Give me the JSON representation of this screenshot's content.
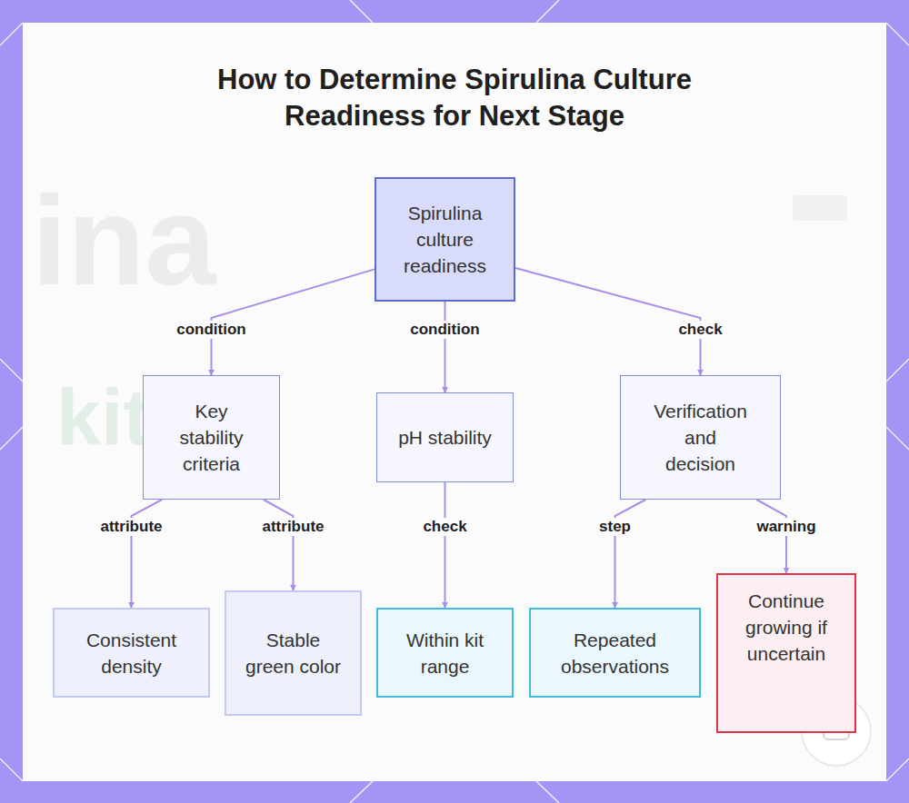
{
  "diagram": {
    "title": "How to Determine Spirulina Culture Readiness for Next Stage",
    "nodes": [
      {
        "text": [
          "Spirulina culture readiness"
        ]
      },
      {
        "text": [
          "Key stability criteria"
        ]
      },
      {
        "text": [
          "pH stability"
        ]
      },
      {
        "text": [
          "Verification and decision"
        ]
      },
      {
        "text": [
          "Consistent density"
        ]
      },
      {
        "text": [
          "Stable green color"
        ]
      },
      {
        "text": [
          "Within kit range"
        ]
      },
      {
        "text": [
          "Repeated observations"
        ]
      },
      {
        "text": [
          "Continue growing if uncertain"
        ]
      }
    ],
    "edges": [
      {
        "from": 0,
        "to": 1,
        "label": "condition",
        "arrow": "to"
      },
      {
        "from": 0,
        "to": 2,
        "label": "condition",
        "arrow": "to"
      },
      {
        "from": 0,
        "to": 3,
        "label": "check",
        "arrow": "to"
      },
      {
        "from": 1,
        "to": 4,
        "label": "attribute",
        "arrow": "to"
      },
      {
        "from": 1,
        "to": 5,
        "label": "attribute",
        "arrow": "to"
      },
      {
        "from": 2,
        "to": 6,
        "label": "check",
        "arrow": "to"
      },
      {
        "from": 3,
        "to": 7,
        "label": "step",
        "arrow": "to"
      },
      {
        "from": 3,
        "to": 8,
        "label": "warning",
        "arrow": "to"
      }
    ],
    "labels": [
      "ina",
      "kit"
    ]
  }
}
